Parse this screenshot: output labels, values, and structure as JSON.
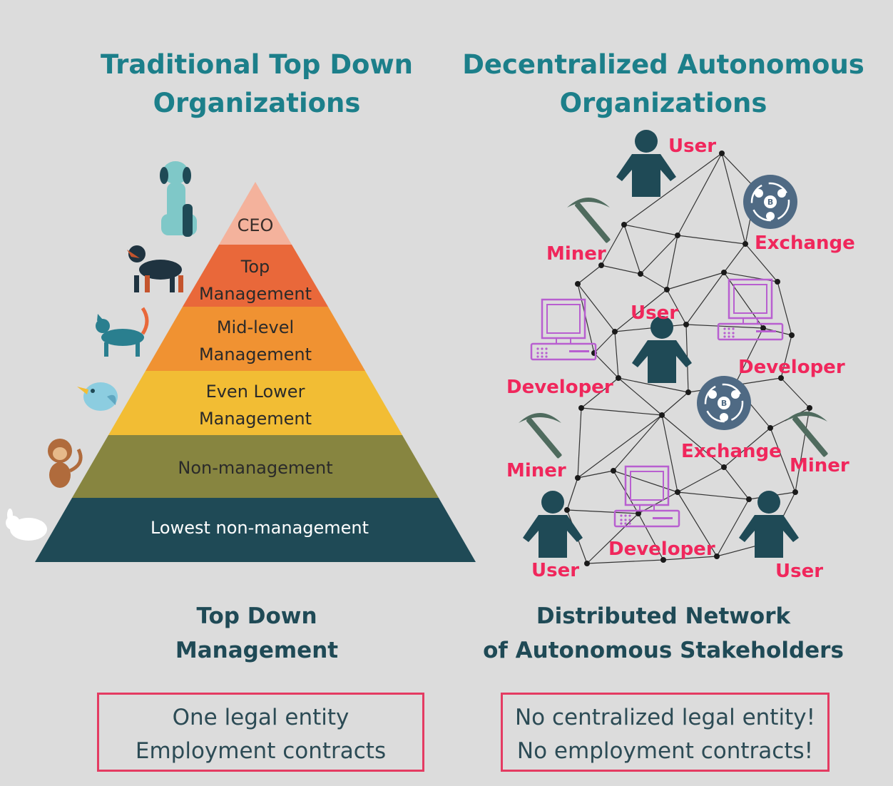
{
  "left": {
    "title_line1": "Traditional Top Down",
    "title_line2": "Organizations",
    "levels": [
      {
        "line1": "CEO",
        "line2": "",
        "color": "#f4b29c",
        "text_color": "#3a2e2a"
      },
      {
        "line1": "Top",
        "line2": "Management",
        "color": "#e9683a",
        "text_color": "#2a2a2a"
      },
      {
        "line1": "Mid-level",
        "line2": "Management",
        "color": "#f09232",
        "text_color": "#2a2a2a"
      },
      {
        "line1": "Even Lower",
        "line2": "Management",
        "color": "#f2bd34",
        "text_color": "#2a2a2a"
      },
      {
        "line1": "Non-management",
        "line2": "",
        "color": "#878540",
        "text_color": "#2a2a2a"
      },
      {
        "line1": "Lowest non-management",
        "line2": "",
        "color": "#1f4a56",
        "text_color": "#ffffff"
      }
    ],
    "animals": [
      "dog-icon",
      "rottweiler-icon",
      "cat-icon",
      "bird-icon",
      "monkey-icon",
      "rabbit-icon"
    ],
    "caption_line1": "Top Down",
    "caption_line2": "Management",
    "box_line1": "One legal entity",
    "box_line2": "Employment contracts"
  },
  "right": {
    "title_line1": "Decentralized Autonomous",
    "title_line2": "Organizations",
    "nodes": {
      "user": "User",
      "exchange": "Exchange",
      "miner": "Miner",
      "developer": "Developer"
    },
    "caption_line1": "Distributed Network",
    "caption_line2": "of Autonomous Stakeholders",
    "box_line1": "No centralized legal entity!",
    "box_line2": "No employment contracts!"
  },
  "colors": {
    "background": "#dcdcdc",
    "title": "#1c7f8a",
    "caption": "#1f4a56",
    "accent": "#e43b62",
    "network_label": "#f0275c",
    "person": "#1f4a56",
    "computer": "#b85fd0",
    "exchange": "#4f6a84",
    "miner": "#4f6b5e"
  }
}
